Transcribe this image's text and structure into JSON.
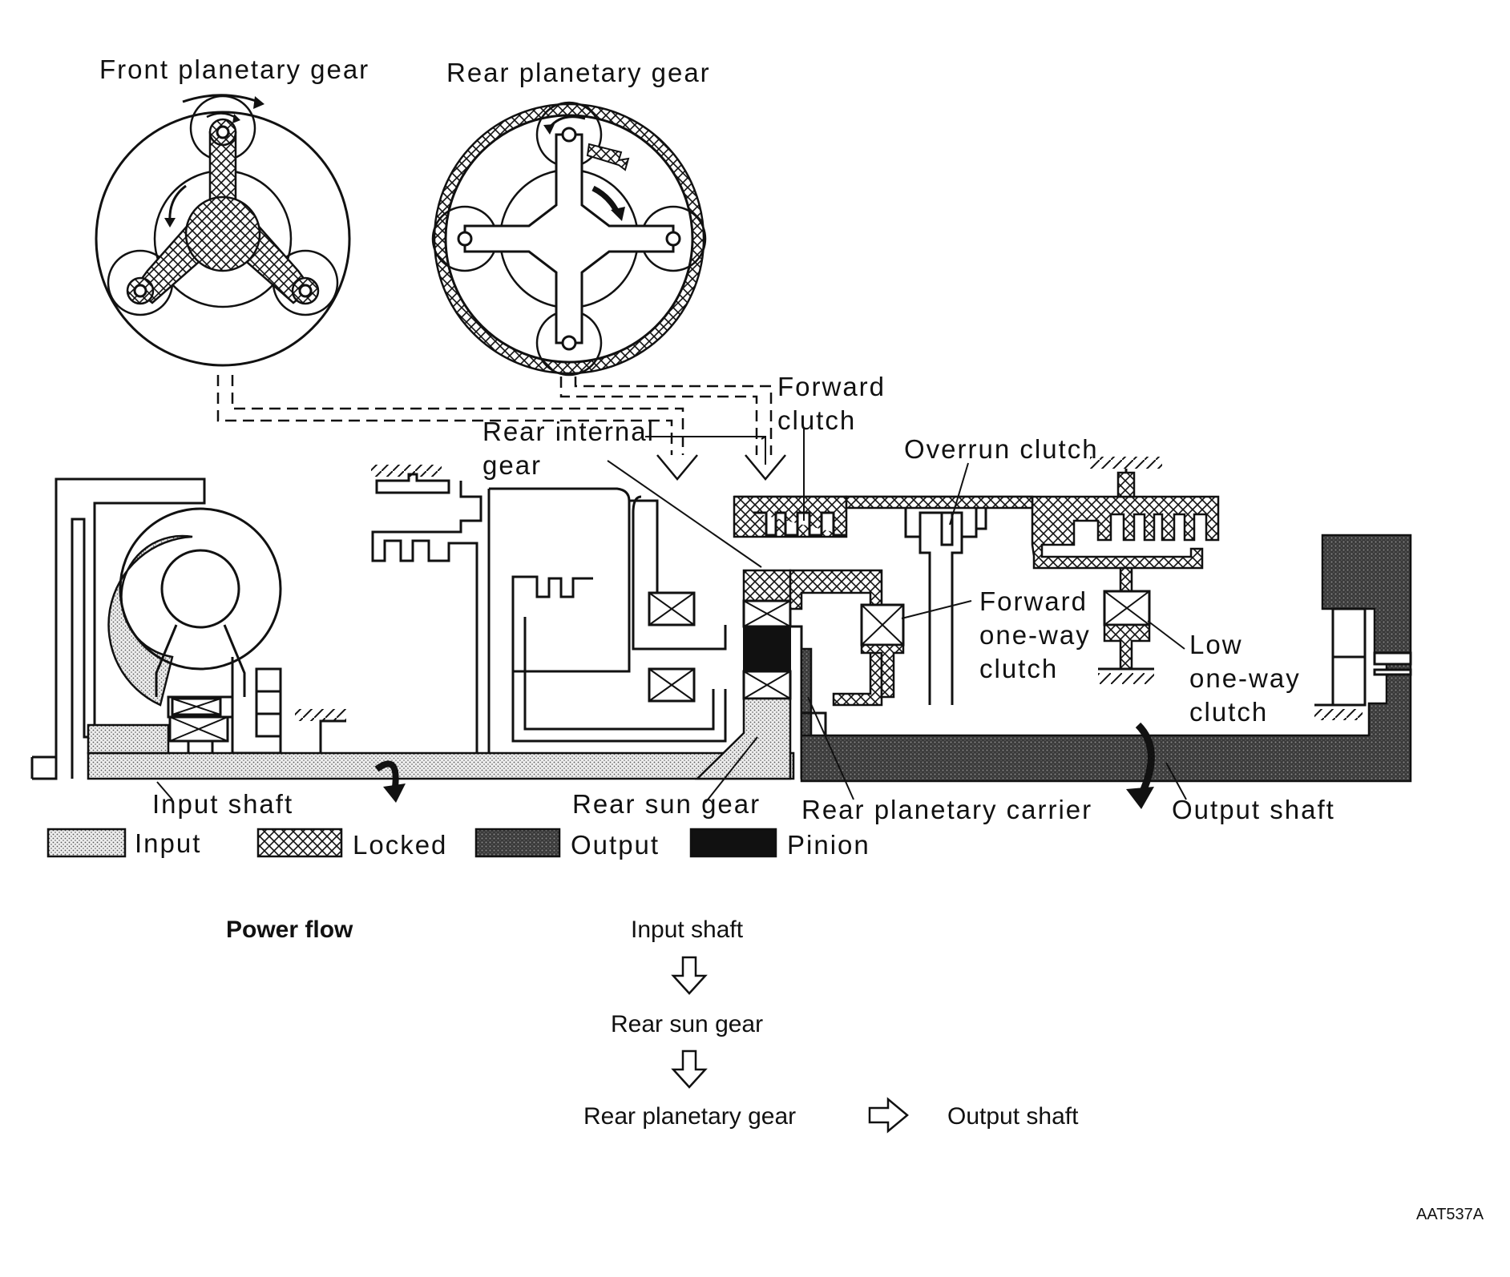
{
  "labels": {
    "front_planetary_gear": "Front planetary gear",
    "rear_planetary_gear": "Rear planetary gear",
    "forward_clutch_1": "Forward",
    "forward_clutch_2": "clutch",
    "rear_internal_gear_1": "Rear internal",
    "rear_internal_gear_2": "gear",
    "overrun_clutch": "Overrun clutch",
    "forward_one_way_1": "Forward",
    "forward_one_way_2": "one-way",
    "forward_one_way_3": "clutch",
    "low_one_way_1": "Low",
    "low_one_way_2": "one-way",
    "low_one_way_3": "clutch",
    "input_shaft": "Input shaft",
    "rear_sun_gear": "Rear sun gear",
    "rear_planetary_carrier": "Rear planetary carrier",
    "output_shaft": "Output shaft"
  },
  "legend": {
    "input": "Input",
    "locked": "Locked",
    "output": "Output",
    "pinion": "Pinion"
  },
  "power_flow": {
    "title": "Power flow",
    "step1": "Input shaft",
    "step2": "Rear sun gear",
    "step3": "Rear planetary gear",
    "step4": "Output shaft"
  },
  "figure_code": "AAT537A"
}
